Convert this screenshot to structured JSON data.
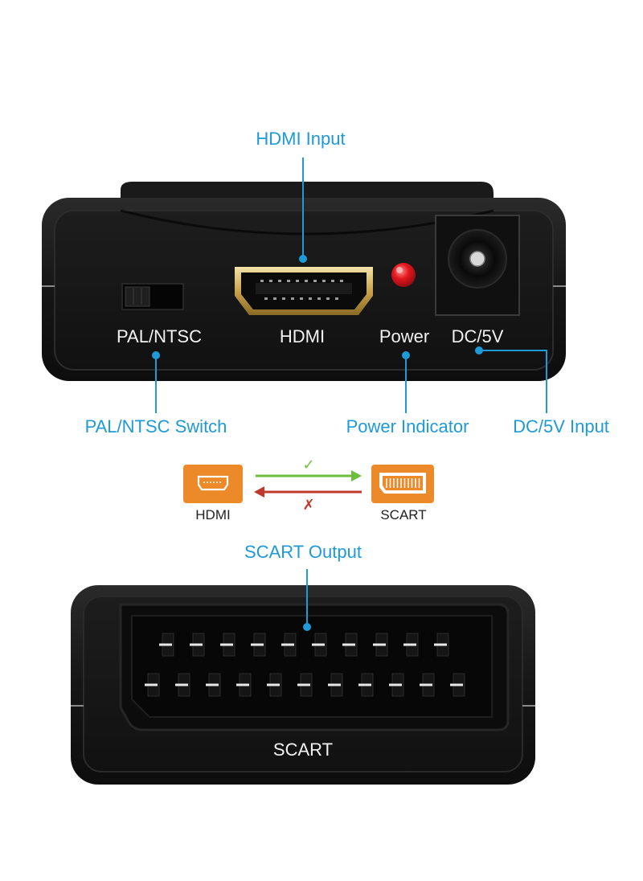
{
  "callouts": {
    "hdmi_input": "HDMI Input",
    "pal_ntsc_switch": "PAL/NTSC Switch",
    "power_indicator": "Power Indicator",
    "dc_input": "DC/5V Input",
    "scart_output": "SCART Output"
  },
  "device_labels": {
    "pal_ntsc": "PAL/NTSC",
    "hdmi": "HDMI",
    "power": "Power",
    "dc": "DC/5V",
    "scart": "SCART"
  },
  "conversion": {
    "source_label": "HDMI",
    "target_label": "SCART",
    "forward_mark": "✓",
    "reverse_mark": "✗",
    "source_icon": "hdmi-port-icon",
    "target_icon": "scart-port-icon"
  },
  "colors": {
    "callout": "#1e9ad6",
    "icon_bg": "#ec8a2a",
    "forward_arrow": "#6cbf3a",
    "reverse_arrow": "#c0392b",
    "power_led": "#e3171e",
    "device_body": "#151515"
  }
}
